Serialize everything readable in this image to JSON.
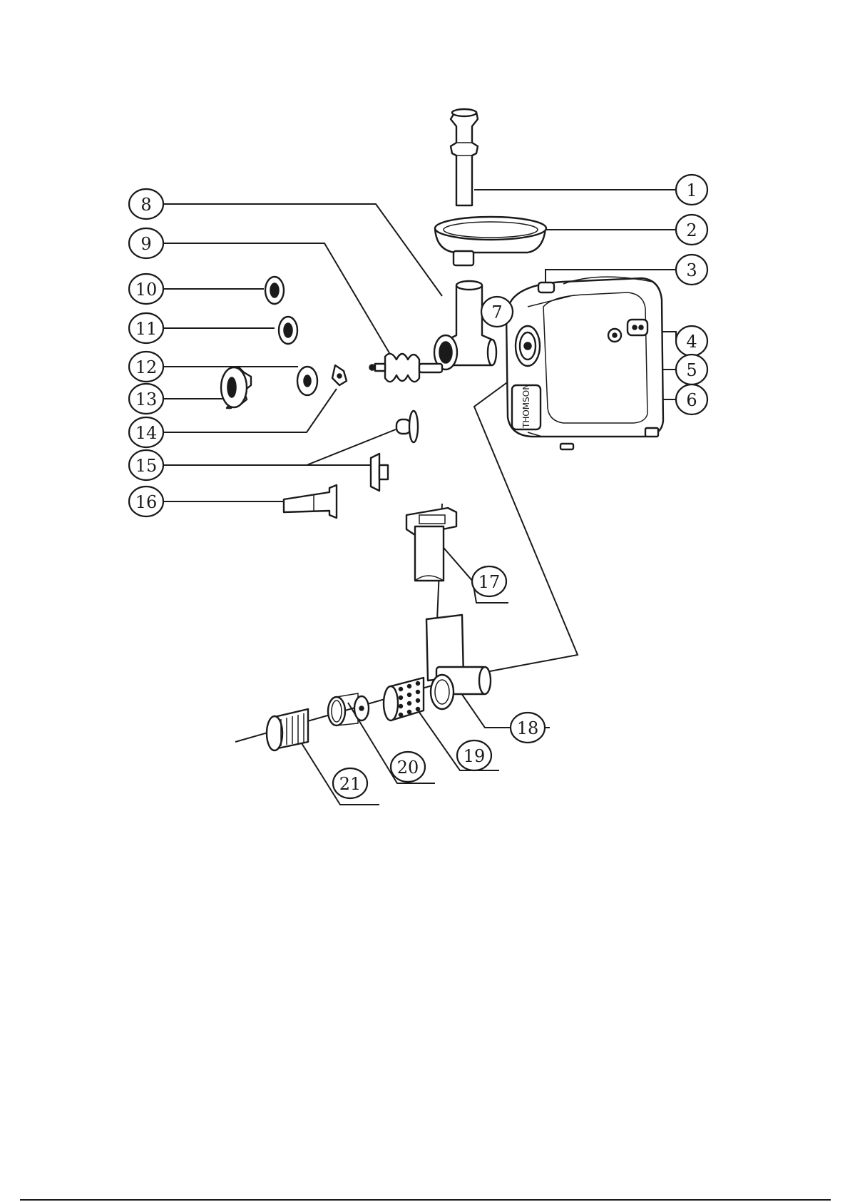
{
  "brand_text": "THOMSON",
  "callouts": [
    "1",
    "2",
    "3",
    "4",
    "5",
    "6",
    "7",
    "8",
    "9",
    "10",
    "11",
    "12",
    "13",
    "14",
    "15",
    "16",
    "17",
    "18",
    "19",
    "20",
    "21"
  ]
}
